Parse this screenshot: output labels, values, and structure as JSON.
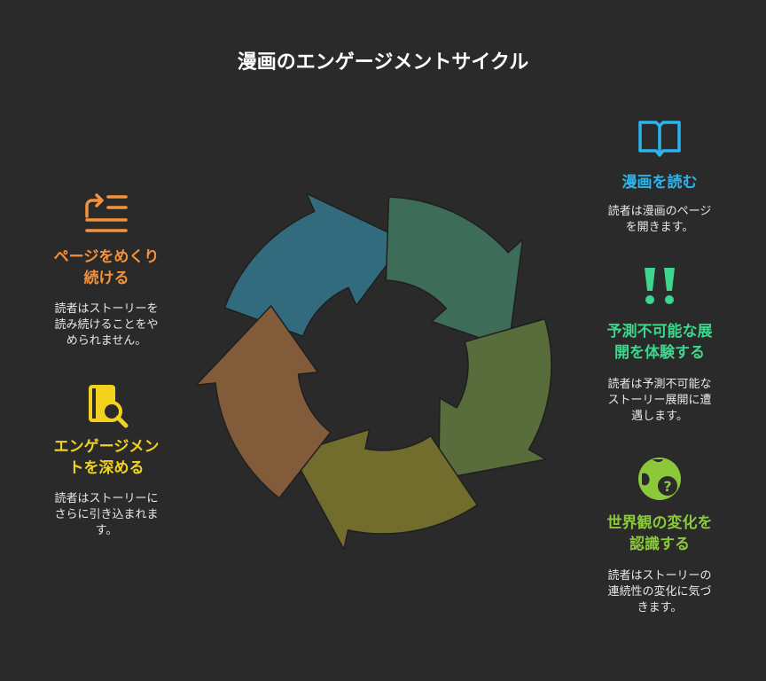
{
  "title": "漫画のエンゲージメントサイクル",
  "colors": {
    "blue": "#2bb5ec",
    "green": "#3dd68c",
    "lime": "#8bc83a",
    "orange": "#f4913a",
    "yellow": "#f2d21e",
    "seg_read": "#336b7e",
    "seg_unexpected": "#3d6d58",
    "seg_worldview": "#596c3c",
    "seg_deepen": "#726d2d",
    "seg_continue": "#815b3a"
  },
  "steps": [
    {
      "icon": "open-book-icon",
      "heading": [
        "漫画を読む"
      ],
      "text": [
        "読者は漫画のページ",
        "を開きます。"
      ]
    },
    {
      "icon": "double-exclamation-icon",
      "heading": [
        "予測不可能な展",
        "開を体験する"
      ],
      "text": [
        "読者は予測不可能な",
        "ストーリー展開に遭",
        "遇します。"
      ]
    },
    {
      "icon": "globe-question-icon",
      "heading": [
        "世界観の変化を",
        "認識する"
      ],
      "text": [
        "読者はストーリーの",
        "連続性の変化に気づ",
        "きます。"
      ]
    },
    {
      "icon": "book-search-icon",
      "heading": [
        "エンゲージメン",
        "トを深める"
      ],
      "text": [
        "読者はストーリーに",
        "さらに引き込まれま",
        "す。"
      ]
    },
    {
      "icon": "page-turn-icon",
      "heading": [
        "ページをめくり",
        "続ける"
      ],
      "text": [
        "読者はストーリーを",
        "読み続けることをや",
        "められません。"
      ]
    }
  ]
}
